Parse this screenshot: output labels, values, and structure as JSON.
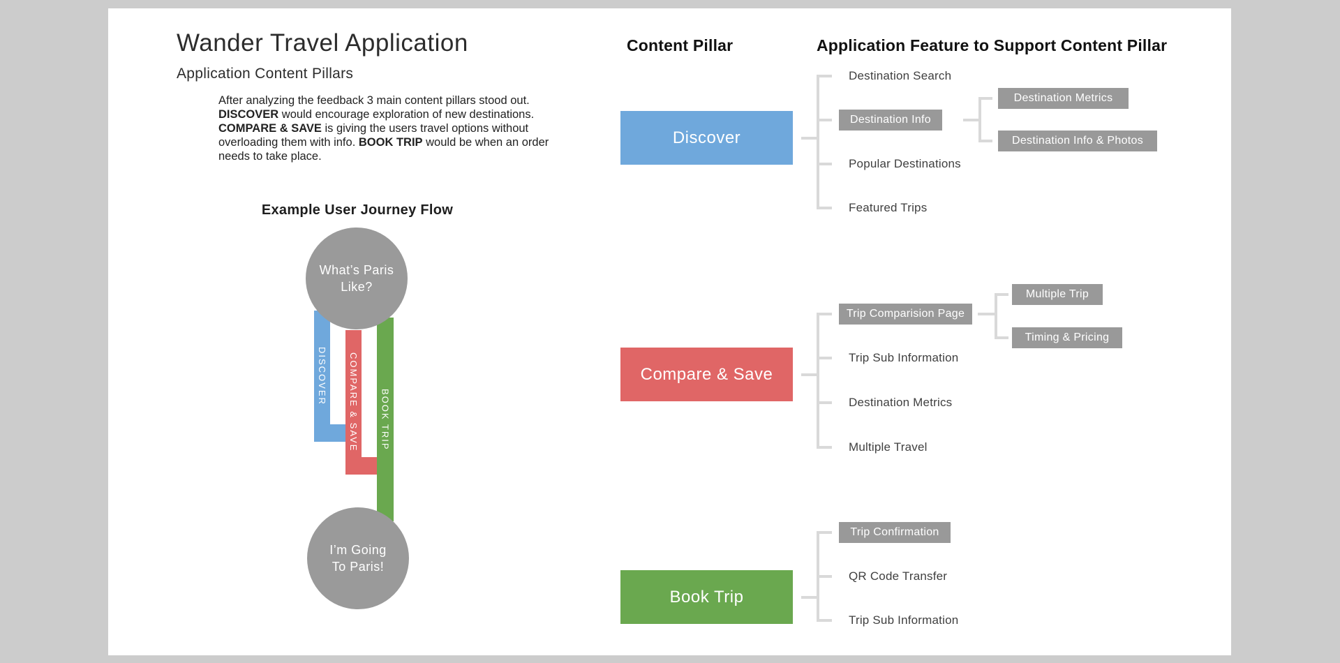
{
  "page": {
    "outer_bg": "#cccccc",
    "canvas_bg": "#ffffff"
  },
  "header": {
    "title": "Wander Travel Application",
    "subtitle": "Application Content Pillars",
    "description_parts": [
      {
        "text": "After analyzing the feedback 3 main content pillars stood out. ",
        "bold": false
      },
      {
        "text": "DISCOVER",
        "bold": true
      },
      {
        "text": " would encourage exploration of new destinations. ",
        "bold": false
      },
      {
        "text": "COMPARE & SAVE",
        "bold": true
      },
      {
        "text": " is giving the users travel options without overloading them with info. ",
        "bold": false
      },
      {
        "text": "BOOK TRIP",
        "bold": true
      },
      {
        "text": " would be when an order needs to take place.",
        "bold": false
      }
    ]
  },
  "journey": {
    "title": "Example User Journey Flow",
    "start_circle": {
      "line1": "What’s Paris",
      "line2": "Like?"
    },
    "end_circle": {
      "line1": "I’m Going",
      "line2": "To Paris!"
    },
    "steps": [
      {
        "label": "DISCOVER",
        "color": "#6fa8dc"
      },
      {
        "label": "COMPARE & SAVE",
        "color": "#e06666"
      },
      {
        "label": "BOOK TRIP",
        "color": "#6aa84f"
      }
    ],
    "circle_color": "#9a9a9a"
  },
  "diagram": {
    "col1_header": "Content Pillar",
    "col2_header": "Application Feature to Support Content Pillar",
    "connector_color": "#d9d9d9",
    "feature_box_color": "#999999",
    "pillars": [
      {
        "name": "Discover",
        "color": "#6fa8dc",
        "features": [
          {
            "label": "Destination Search",
            "boxed": false
          },
          {
            "label": "Destination Info",
            "boxed": true,
            "children": [
              {
                "label": "Destination Metrics"
              },
              {
                "label": "Destination Info & Photos"
              }
            ]
          },
          {
            "label": "Popular Destinations",
            "boxed": false
          },
          {
            "label": "Featured Trips",
            "boxed": false
          }
        ]
      },
      {
        "name": "Compare & Save",
        "color": "#e06666",
        "features": [
          {
            "label": "Trip Comparision Page",
            "boxed": true,
            "children": [
              {
                "label": "Multiple Trip"
              },
              {
                "label": "Timing & Pricing"
              }
            ]
          },
          {
            "label": "Trip Sub Information",
            "boxed": false
          },
          {
            "label": "Destination Metrics",
            "boxed": false
          },
          {
            "label": "Multiple Travel",
            "boxed": false
          }
        ]
      },
      {
        "name": "Book Trip",
        "color": "#6aa84f",
        "features": [
          {
            "label": "Trip Confirmation",
            "boxed": true
          },
          {
            "label": "QR Code Transfer",
            "boxed": false
          },
          {
            "label": "Trip Sub Information",
            "boxed": false
          }
        ]
      }
    ]
  }
}
